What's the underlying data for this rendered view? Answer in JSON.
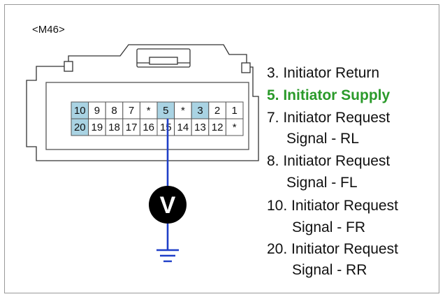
{
  "connector": {
    "id_label": "<M46>"
  },
  "pins": {
    "top_row": [
      "10",
      "9",
      "8",
      "7",
      "*",
      "5",
      "*",
      "3",
      "2",
      "1"
    ],
    "bottom_row": [
      "20",
      "19",
      "18",
      "17",
      "16",
      "15",
      "14",
      "13",
      "12",
      "*"
    ],
    "highlighted_top": [
      "10",
      "5",
      "3"
    ],
    "highlighted_bottom": [
      "20"
    ]
  },
  "meter": {
    "symbol": "V",
    "icon": "voltmeter-icon",
    "ground_icon": "ground-icon"
  },
  "legend": {
    "items": [
      {
        "line1": "3. Initiator Return",
        "line2": "",
        "highlight": false
      },
      {
        "line1": "5. Initiator Supply",
        "line2": "",
        "highlight": true
      },
      {
        "line1": "7. Initiator Request",
        "line2": "Signal - RL",
        "highlight": false
      },
      {
        "line1": "8. Initiator Request",
        "line2": "Signal - FL",
        "highlight": false
      },
      {
        "line1": "10. Initiator Request",
        "line2": "Signal - FR",
        "highlight": false
      },
      {
        "line1": "20. Initiator Request",
        "line2": "Signal - RR",
        "highlight": false
      }
    ]
  },
  "colors": {
    "highlight_cell": "#a9d3e3",
    "probe_wire": "#1f3fc8",
    "highlight_text": "#2a9a2a",
    "connector_body": "#ffffff",
    "outline": "#333333"
  }
}
